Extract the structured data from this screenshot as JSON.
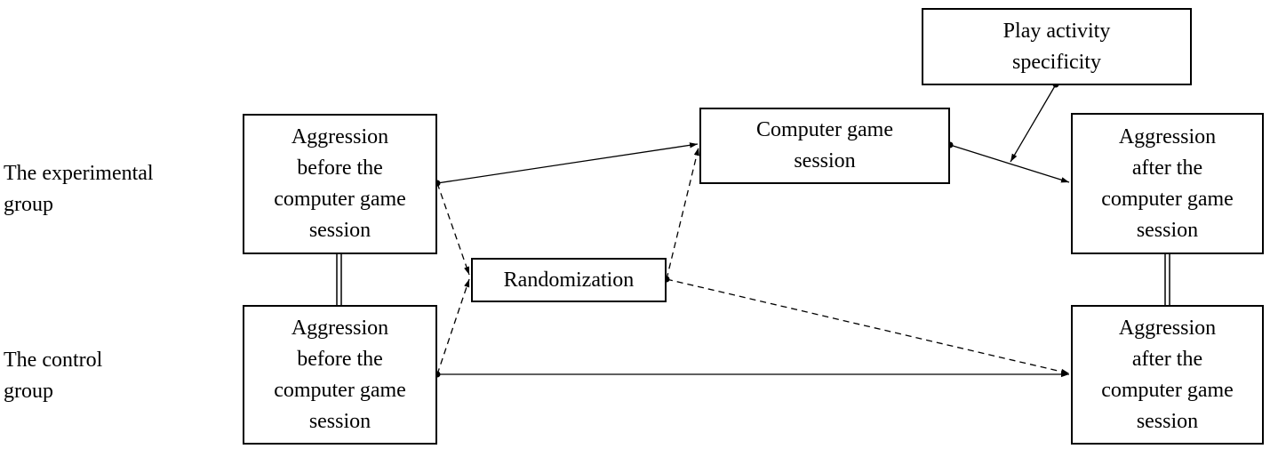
{
  "groups": {
    "experimental": "The experimental\ngroup",
    "control": "The control\ngroup"
  },
  "boxes": {
    "exp_before": "Aggression\nbefore the\ncomputer game\nsession",
    "ctrl_before": "Aggression\nbefore the\ncomputer game\nsession",
    "randomization": "Randomization",
    "game_session": "Computer game\nsession",
    "play_activity": "Play activity\nspecificity",
    "exp_after": "Aggression\nafter the\ncomputer game\nsession",
    "ctrl_after": "Aggression\nafter the\ncomputer game\nsession"
  },
  "colors": {
    "line": "#000000",
    "background": "#ffffff"
  }
}
